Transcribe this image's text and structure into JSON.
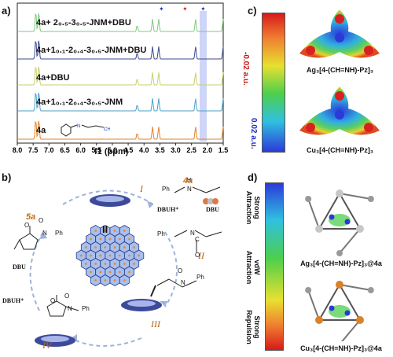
{
  "panels": {
    "a": {
      "label": "a)",
      "traces": [
        {
          "label": "4a+ 2₀.₅-3₀.₅-JNM+DBU",
          "color": "#7fc97f"
        },
        {
          "label": "4a+1₀.₁-2₀.₄-3₀.₅-JNM+DBU",
          "color": "#3b4a8f"
        },
        {
          "label": "4a+DBU",
          "color": "#c8cf6a"
        },
        {
          "label": "4a+1₀.₁-2₀.₄-3₀.₅-JNM",
          "color": "#4aa0c8"
        },
        {
          "label": "4a",
          "color": "#e2822a"
        }
      ],
      "x_ticks": [
        "8.0",
        "7.5",
        "7.0",
        "6.5",
        "6.0",
        "5.5",
        "5.0",
        "4.5",
        "4.0",
        "3.5",
        "3.0",
        "2.5",
        "2.0",
        "1.5"
      ],
      "xlabel": "f1 (ppm)",
      "highlight_color": "#b9c3f5"
    },
    "b": {
      "label": "b)",
      "compound_5a": "5a",
      "compound_4a": "4a",
      "roman": [
        "I",
        "II",
        "III",
        "IV"
      ],
      "center_label": "II",
      "dbu": "DBU",
      "dbuh": "DBUH⁺",
      "ph": "Ph",
      "n": "N",
      "h": "H",
      "o": "O",
      "c": "C"
    },
    "c": {
      "label": "c)",
      "scale_top": "-0.02 a.u.",
      "scale_bottom": "0.02 a.u.",
      "caption_ag": "Ag₃[4-(CH=NH)-Pz]₃",
      "caption_cu": "Cu₃[4-(CH=NH)-Pz]₃"
    },
    "d": {
      "label": "d)",
      "scale_labels": [
        "Strong Attraction",
        "vdW Attraction",
        "Strong Repulsion"
      ],
      "caption_ag": "Ag₃[4-(CH=NH)-Pz]₃@4a",
      "caption_cu": "Cu₃[4-(CH=NH)-Pz]₃@4a"
    }
  }
}
